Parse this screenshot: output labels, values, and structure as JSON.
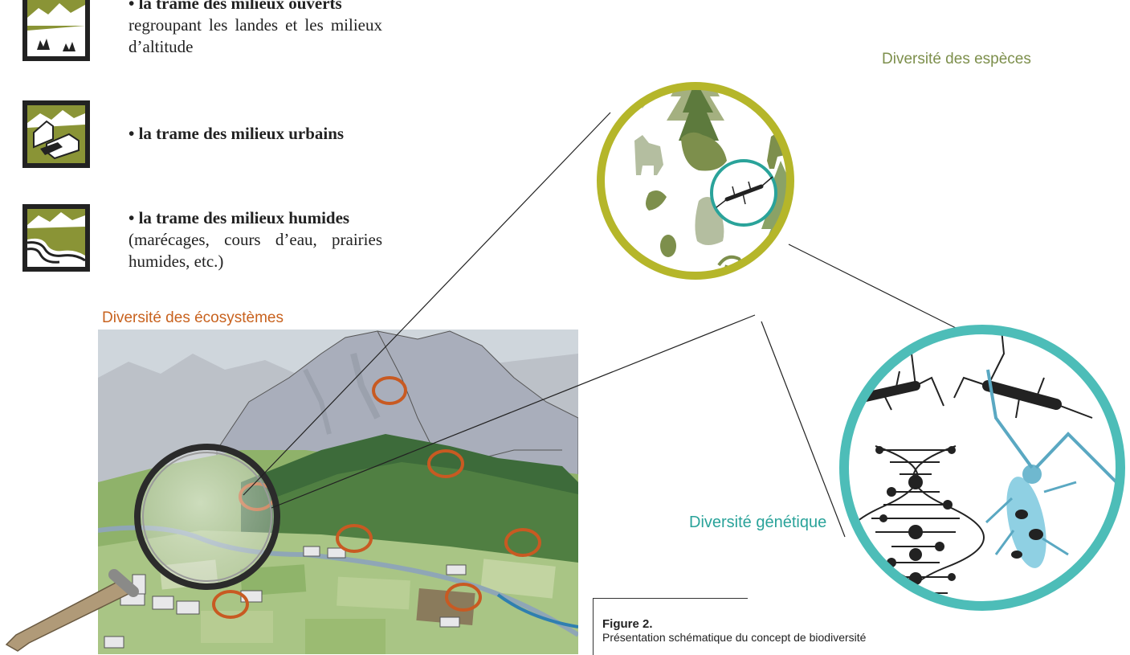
{
  "legend": {
    "open": {
      "title": "• la trame des milieux ouverts",
      "desc": "regroupant les landes et les milieux d’altitude"
    },
    "urban": {
      "title": "• la trame des milieux urbains"
    },
    "wet": {
      "title": "• la trame des milieux humides",
      "desc": "(marécages, cours d’eau, prairies humides, etc.)"
    }
  },
  "labels": {
    "ecosystems": "Diversité des écosystèmes",
    "species": "Diversité des espèces",
    "genetic": "Diversité génétique"
  },
  "figure": {
    "number": "Figure 2.",
    "caption": "Présentation schématique du concept de biodiversité"
  },
  "colors": {
    "ecosystems_label": "#c8621e",
    "species_label": "#7d8f4c",
    "genetic_label": "#2aa39a",
    "species_ring": "#b5b62a",
    "genetic_ring": "#4dbdb8",
    "highlight_circle": "#c85a22",
    "icon_olive": "#8a9436"
  }
}
